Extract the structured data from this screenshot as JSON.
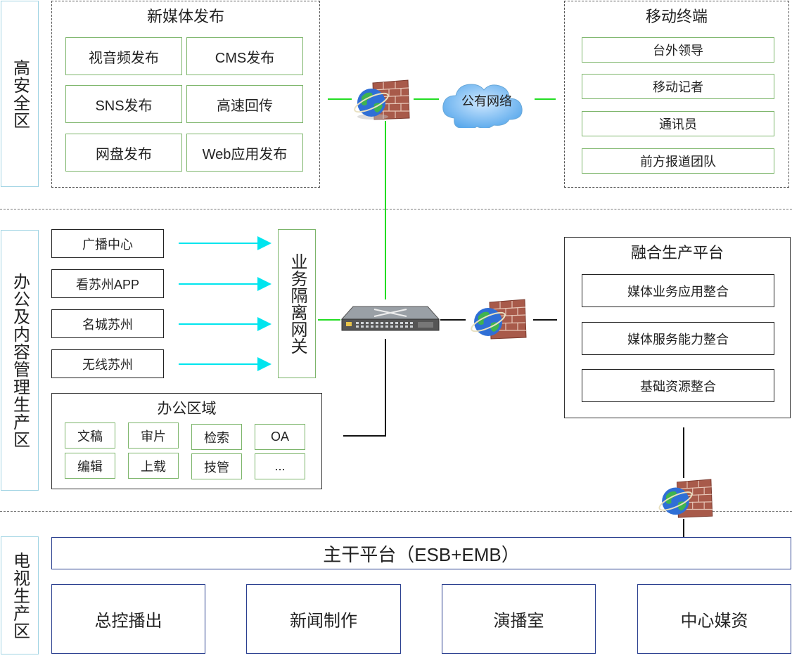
{
  "zones": {
    "high_security": "高安全区",
    "office_content": "办公及内容管理生产区",
    "tv_production": "电视生产区"
  },
  "new_media": {
    "title": "新媒体发布",
    "items": [
      "视音频发布",
      "CMS发布",
      "SNS发布",
      "高速回传",
      "网盘发布",
      "Web应用发布"
    ]
  },
  "mobile": {
    "title": "移动终端",
    "items": [
      "台外领导",
      "移动记者",
      "通讯员",
      "前方报道团队"
    ]
  },
  "cloud": {
    "label": "公有网络"
  },
  "sources": {
    "items": [
      "广播中心",
      "看苏州APP",
      "名城苏州",
      "无线苏州"
    ]
  },
  "gateway": {
    "label": "业务隔离网关"
  },
  "office": {
    "title": "办公区域",
    "items": [
      "文稿",
      "审片",
      "检索",
      "OA",
      "编辑",
      "上载",
      "技管",
      "..."
    ]
  },
  "fusion": {
    "title": "融合生产平台",
    "items": [
      "媒体业务应用整合",
      "媒体服务能力整合",
      "基础资源整合"
    ]
  },
  "backbone": {
    "label": "主干平台（ESB+EMB）"
  },
  "tv": {
    "items": [
      "总控播出",
      "新闻制作",
      "演播室",
      "中心媒资"
    ]
  },
  "colors": {
    "green_line": "#22dd22",
    "cyan_arrow": "#00e5ee",
    "box_border_green": "#7cb56a"
  }
}
